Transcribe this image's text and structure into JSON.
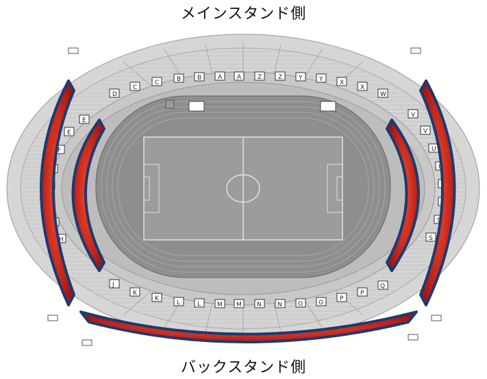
{
  "labels": {
    "main_stand": "メインスタンド側",
    "back_stand": "バックスタンド側"
  },
  "gates": {
    "top": [
      "D",
      "C",
      "C",
      "B",
      "B",
      "A",
      "A",
      "Z",
      "Z",
      "Y",
      "Y",
      "X",
      "X",
      "W"
    ],
    "left": [
      "E",
      "E",
      "F",
      "F",
      "G",
      "G",
      "H",
      "H"
    ],
    "right": [
      "V",
      "V",
      "U",
      "U",
      "T",
      "T",
      "S",
      "S"
    ],
    "bottom": [
      "J",
      "K",
      "K",
      "L",
      "L",
      "M",
      "M",
      "N",
      "N",
      "O",
      "O",
      "P",
      "P",
      "Q"
    ]
  },
  "highlight_color": "#e0301e",
  "highlight_border": "#1e3a6e"
}
